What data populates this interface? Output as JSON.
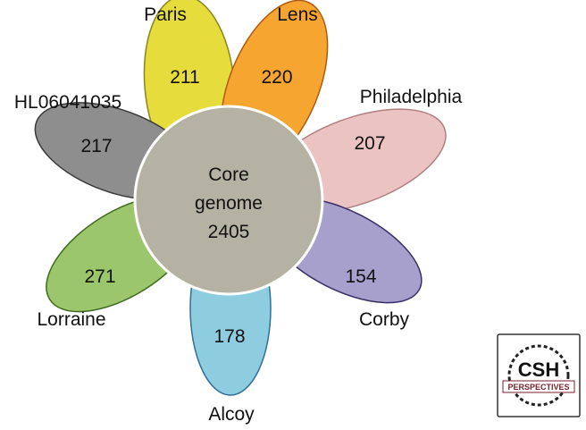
{
  "diagram": {
    "petals": [
      {
        "strain": "Paris",
        "count": "211",
        "color": "#e6dc3c"
      },
      {
        "strain": "Lens",
        "count": "220",
        "color": "#f5a530"
      },
      {
        "strain": "Philadelphia",
        "count": "207",
        "color": "#ecc3c3"
      },
      {
        "strain": "Corby",
        "count": "154",
        "color": "#a79fcc"
      },
      {
        "strain": "Alcoy",
        "count": "178",
        "color": "#8ecce0"
      },
      {
        "strain": "Lorraine",
        "count": "271",
        "color": "#9cc66c"
      },
      {
        "strain": "HL06041035",
        "count": "217",
        "color": "#8e8e8e"
      }
    ],
    "core": {
      "line1": "Core",
      "line2": "genome",
      "count": "2405",
      "color": "#b5b2a3"
    }
  },
  "logo": {
    "title": "CSH",
    "subtitle": "PERSPECTIVES",
    "accent": "#7a1f2b"
  }
}
